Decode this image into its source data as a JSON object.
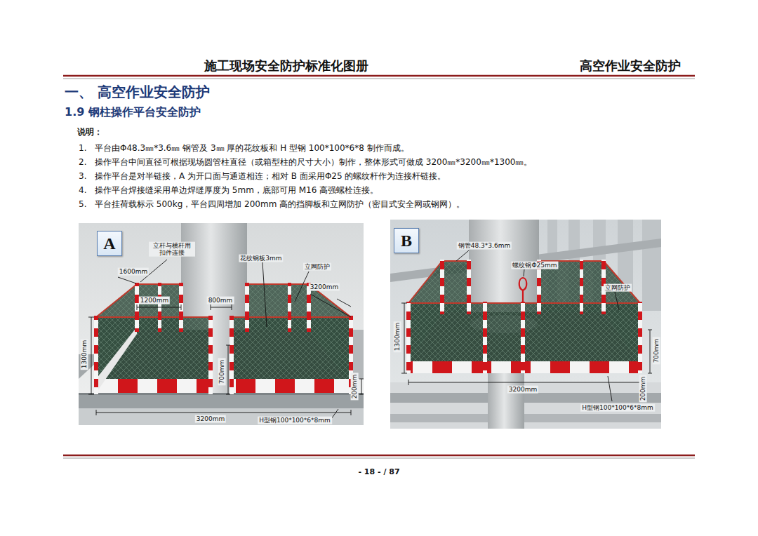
{
  "diagram": {
    "title": "一、 高空作业安全防护",
    "nodes": [
      {
        "text": [
          "A"
        ]
      },
      {
        "text": [
          "B"
        ]
      }
    ],
    "labels": [
      "施工现场安全防护标准化图册",
      "高空作业安全防护",
      "1.9 钢柱操作平台安全防护",
      "说明：",
      "1.",
      "平台由Φ48.3㎜*3.6㎜ 钢管及 3㎜ 厚的花纹板和 H 型钢 100*100*6*8 制作而成。",
      "2.",
      "操作平台中间直径可根据现场圆管柱直径（或箱型柱的尺寸大小）制作，整体形式可做成 3200㎜*3200㎜*1300㎜。",
      "3.",
      "操作平台是对半链接，A 为开口面与通道相连；相对 B 面采用Φ25 的螺纹杆作为连接杆链接。",
      "4.",
      "操作平台焊接缝采用单边焊缝厚度为 5mm，底部可用 M16 高强螺栓连接。",
      "5.",
      "平台挂荷载标示 500kg，平台四周增加 200mm 高的挡脚板和立网防护（密目式安全网或钢网）。",
      "立杆与横杆用扣件连接",
      "1600mm",
      "1200mm",
      "花纹钢板3mm",
      "800mm",
      "立网防护",
      "3200mm",
      "1300mm",
      "700mm",
      "200mm",
      "3200mm",
      "H型钢100*100*6*8mm",
      "钢管48.3*3.6mm",
      "螺纹钢Φ25mm",
      "立网防护",
      "1300mm",
      "700mm",
      "200mm",
      "3200mm",
      "H型钢100*100*6*8mm",
      "- 18 - / 87"
    ]
  }
}
